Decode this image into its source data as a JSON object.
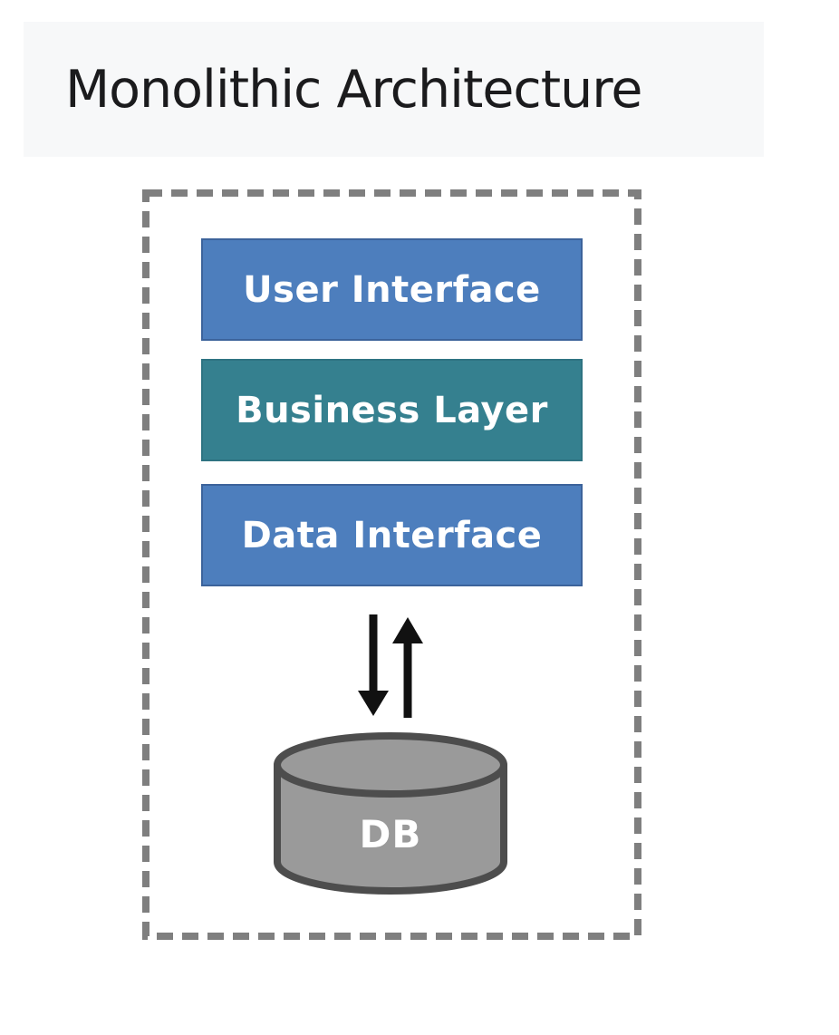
{
  "page": {
    "background": "#ffffff"
  },
  "header": {
    "title": "Monolithic Architecture",
    "background": "#f7f8f9",
    "text_color": "#1b1b1d"
  },
  "diagram": {
    "container": {
      "border_color": "#7f7f7f",
      "border_style": "dashed"
    },
    "layers": [
      {
        "label": "User Interface",
        "fill": "#4d7ebd",
        "border_color": "#3c639b",
        "text_color": "#ffffff"
      },
      {
        "label": "Business Layer",
        "fill": "#35808f",
        "border_color": "#2e7382",
        "text_color": "#ffffff"
      },
      {
        "label": "Data Interface",
        "fill": "#4d7ebd",
        "border_color": "#3c639b",
        "text_color": "#ffffff"
      }
    ],
    "data_flow": {
      "arrows": [
        "down",
        "up"
      ],
      "color": "#111111"
    },
    "database": {
      "label": "DB",
      "fill": "#9a9a9a",
      "stroke": "#4d4d4d",
      "text_color": "#ffffff"
    }
  }
}
